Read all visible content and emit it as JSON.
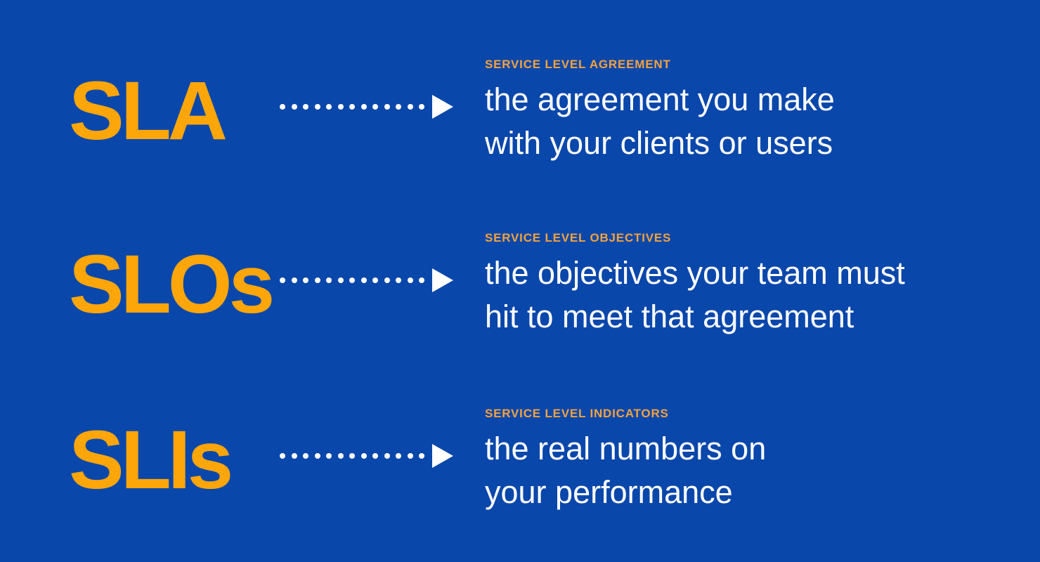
{
  "colors": {
    "background": "#0A47AB",
    "term_orange": "#FCA60A",
    "label_gold": "#F2A33C",
    "definition_white": "#FFFFFF",
    "arrow_white": "#FFFFFF"
  },
  "rows": [
    {
      "term": "SLA",
      "label": "SERVICE LEVEL AGREEMENT",
      "definition_line1": "the agreement you make",
      "definition_line2": "with your clients or users"
    },
    {
      "term": "SLOs",
      "label": "SERVICE LEVEL OBJECTIVES",
      "definition_line1": "the objectives your team must",
      "definition_line2": "hit to meet that agreement"
    },
    {
      "term": "SLIs",
      "label": "SERVICE LEVEL INDICATORS",
      "definition_line1": "the real numbers on",
      "definition_line2": "your performance"
    }
  ]
}
